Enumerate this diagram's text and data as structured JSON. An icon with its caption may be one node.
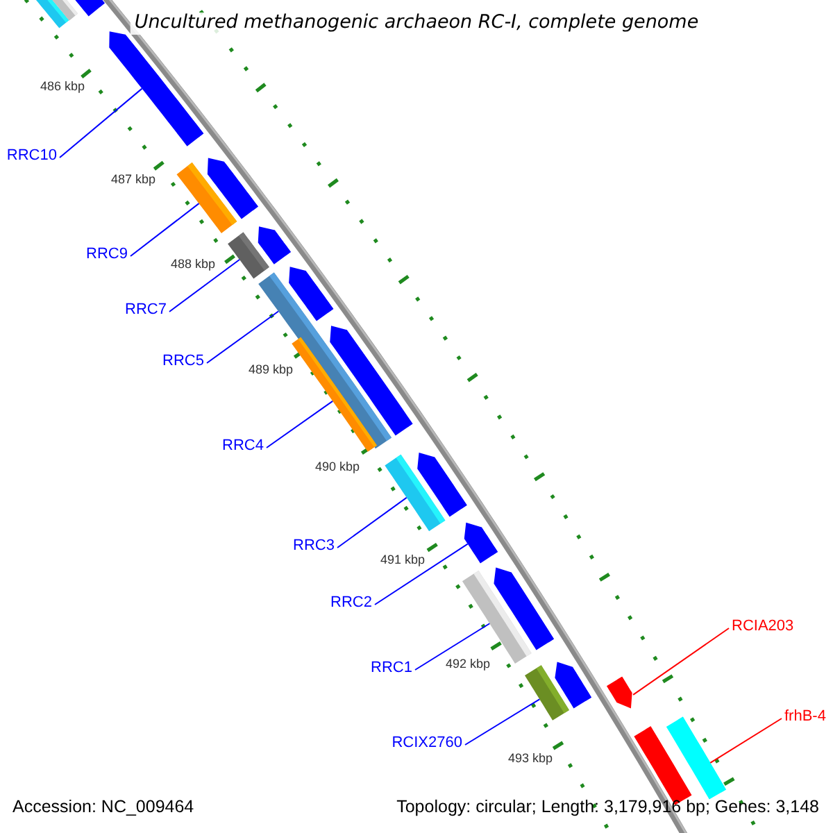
{
  "diagram": {
    "title": "Uncultured methanogenic archaeon RC-I, complete genome",
    "nodes": [
      {
        "text": [
          "RRC10"
        ]
      },
      {
        "text": [
          "RRC9"
        ]
      },
      {
        "text": [
          "RRC7"
        ]
      },
      {
        "text": [
          "RRC5"
        ]
      },
      {
        "text": [
          "RRC4"
        ]
      },
      {
        "text": [
          "RRC3"
        ]
      },
      {
        "text": [
          "RRC2"
        ]
      },
      {
        "text": [
          "RCIA203"
        ]
      },
      {
        "text": [
          "RRC1"
        ]
      },
      {
        "text": [
          "frhB-4"
        ]
      },
      {
        "text": [
          "RCIX2760"
        ]
      },
      {
        "text": [],
        "shape": "bar"
      },
      {
        "text": [],
        "shape": "bar"
      },
      {
        "text": [],
        "shape": "bar"
      },
      {
        "text": [],
        "shape": "bar"
      },
      {
        "text": [],
        "shape": "bar"
      },
      {
        "text": [],
        "shape": "bar"
      },
      {
        "text": [],
        "shape": "bar"
      },
      {
        "text": [],
        "shape": "bar"
      },
      {
        "text": [],
        "shape": "bar"
      },
      {
        "text": [],
        "shape": "bar"
      },
      {
        "text": [],
        "shape": "bar"
      },
      {
        "text": [],
        "shape": "bar"
      },
      {
        "text": [],
        "shape": "bar"
      },
      {
        "text": [],
        "shape": "bar"
      },
      {
        "text": [],
        "shape": "bar"
      },
      {
        "text": [],
        "shape": "bar"
      },
      {
        "text": [],
        "shape": "bar"
      },
      {
        "text": [],
        "shape": "bar"
      },
      {
        "text": [],
        "shape": "bar"
      },
      {
        "text": [],
        "shape": "bar"
      },
      {
        "text": [],
        "shape": "bar"
      },
      {
        "text": [],
        "shape": "bar"
      }
    ],
    "edges": [
      {
        "from": 0,
        "to": 14,
        "arrow": "none"
      },
      {
        "from": 1,
        "to": 16,
        "arrow": "none"
      },
      {
        "from": 2,
        "to": 18,
        "arrow": "none"
      },
      {
        "from": 3,
        "to": 20,
        "arrow": "none"
      },
      {
        "from": 4,
        "to": 22,
        "arrow": "none"
      },
      {
        "from": 5,
        "to": 24,
        "arrow": "none"
      },
      {
        "from": 6,
        "to": 25,
        "arrow": "none"
      },
      {
        "from": 7,
        "to": 30,
        "arrow": "none",
        "color": "#ff0000"
      },
      {
        "from": 8,
        "to": 27,
        "arrow": "none"
      },
      {
        "from": 9,
        "to": 31,
        "arrow": "none",
        "color": "#ff0000"
      },
      {
        "from": 10,
        "to": 29,
        "arrow": "none"
      }
    ],
    "labels": [
      "486 kbp",
      "487 kbp",
      "488 kbp",
      "489 kbp",
      "490 kbp",
      "491 kbp",
      "492 kbp",
      "493 kbp",
      "Accession: NC_009464",
      "Topology: circular; Length: 3,179,916 bp; Genes: 3,148"
    ]
  }
}
